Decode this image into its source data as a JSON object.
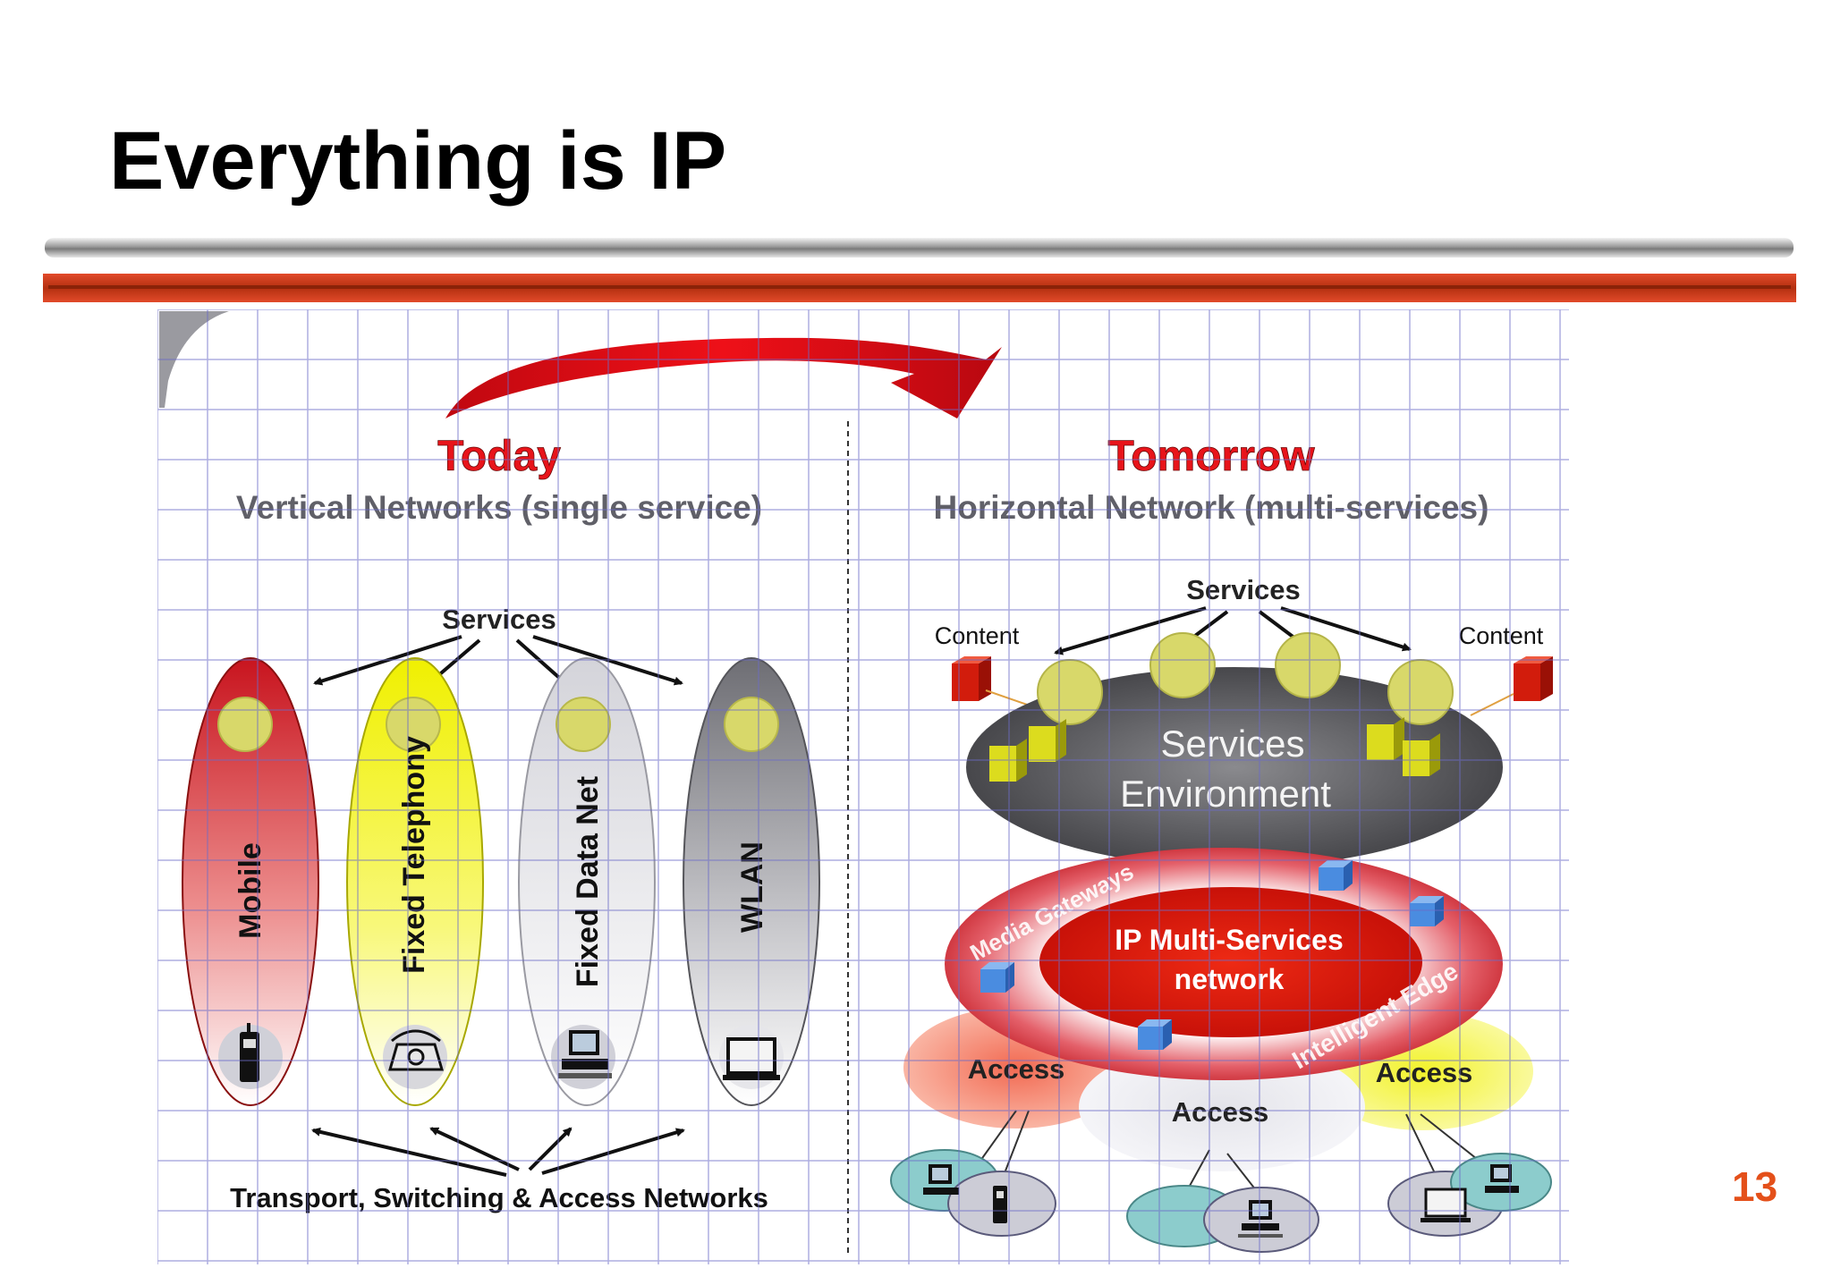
{
  "slide": {
    "title": "Everything is IP",
    "page_number": "13"
  },
  "diagram": {
    "today": {
      "heading": "Today",
      "subheading": "Vertical Networks (single service)",
      "services_label": "Services",
      "silos": [
        {
          "label": "Mobile",
          "color": "#c8141e",
          "device": "mobile-phone-icon"
        },
        {
          "label": "Fixed Telephony",
          "color": "#f2f200",
          "device": "telephone-icon"
        },
        {
          "label": "Fixed Data Net",
          "color": "#d8d8de",
          "device": "desktop-computer-icon"
        },
        {
          "label": "WLAN",
          "color": "#7e7e84",
          "device": "laptop-icon"
        }
      ],
      "transport_label": "Transport, Switching & Access Networks"
    },
    "tomorrow": {
      "heading": "Tomorrow",
      "subheading": "Horizontal Network (multi-services)",
      "services_label": "Services",
      "content_left": "Content",
      "content_right": "Content",
      "services_environment_line1": "Services",
      "services_environment_line2": "Environment",
      "media_gateways": "Media Gateways",
      "intelligent_edge": "Intelligent Edge",
      "core_line1": "IP Multi-Services",
      "core_line2": "network",
      "access_left": "Access",
      "access_middle": "Access",
      "access_right": "Access"
    },
    "colors": {
      "heading_red": "#e8141a",
      "arrow_red": "#d80c14",
      "core_red": "#e01010",
      "grid_blue": "#6c6cc8",
      "service_circle": "#d8d86a",
      "env_gray": "#4c4c50",
      "access_salmon": "#f2826a",
      "access_yellow": "#f4f452",
      "access_light": "#ececf2",
      "device_teal": "#8ccccc",
      "cube_blue": "#4a8ce0",
      "cube_yellow": "#dcdc1e",
      "cube_red": "#d21c0c"
    }
  }
}
